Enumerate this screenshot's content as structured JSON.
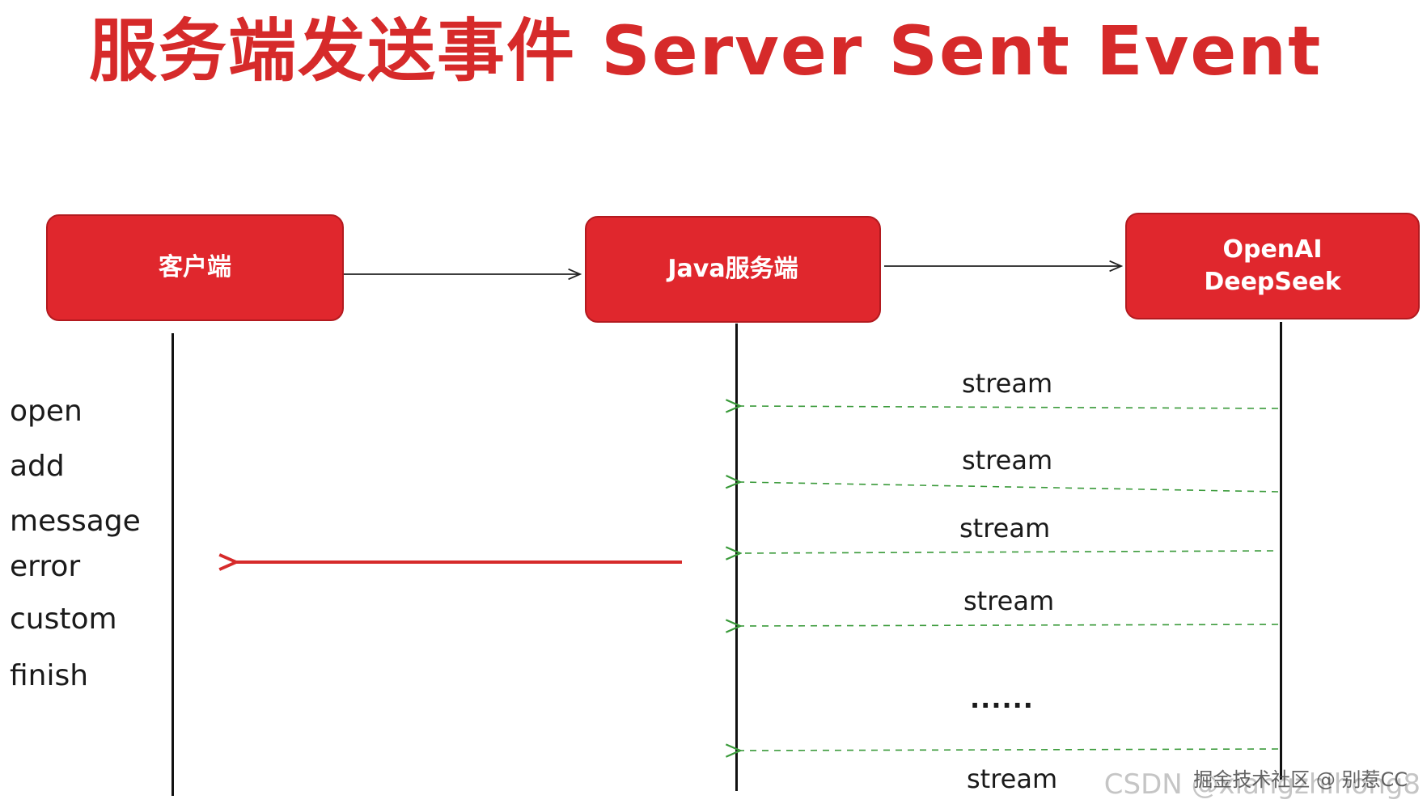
{
  "title": "服务端发送事件 Server Sent Event",
  "nodes": {
    "client": "客户端",
    "server": "Java服务端",
    "ai_line1": "OpenAI",
    "ai_line2": "DeepSeek"
  },
  "events": [
    "open",
    "add",
    "message",
    "error",
    "custom",
    "finish"
  ],
  "streams": [
    "stream",
    "stream",
    "stream",
    "stream",
    "stream"
  ],
  "ellipsis": "......",
  "watermark_juejin": "掘金技术社区 @ 别惹CC",
  "watermark_csdn": "CSDN @xiangzhihong8",
  "colors": {
    "title": "#d62a2a",
    "node_fill": "#e0272d",
    "server_arrow": "#d62a2a",
    "stream_arrow": "#3a9a3a"
  }
}
